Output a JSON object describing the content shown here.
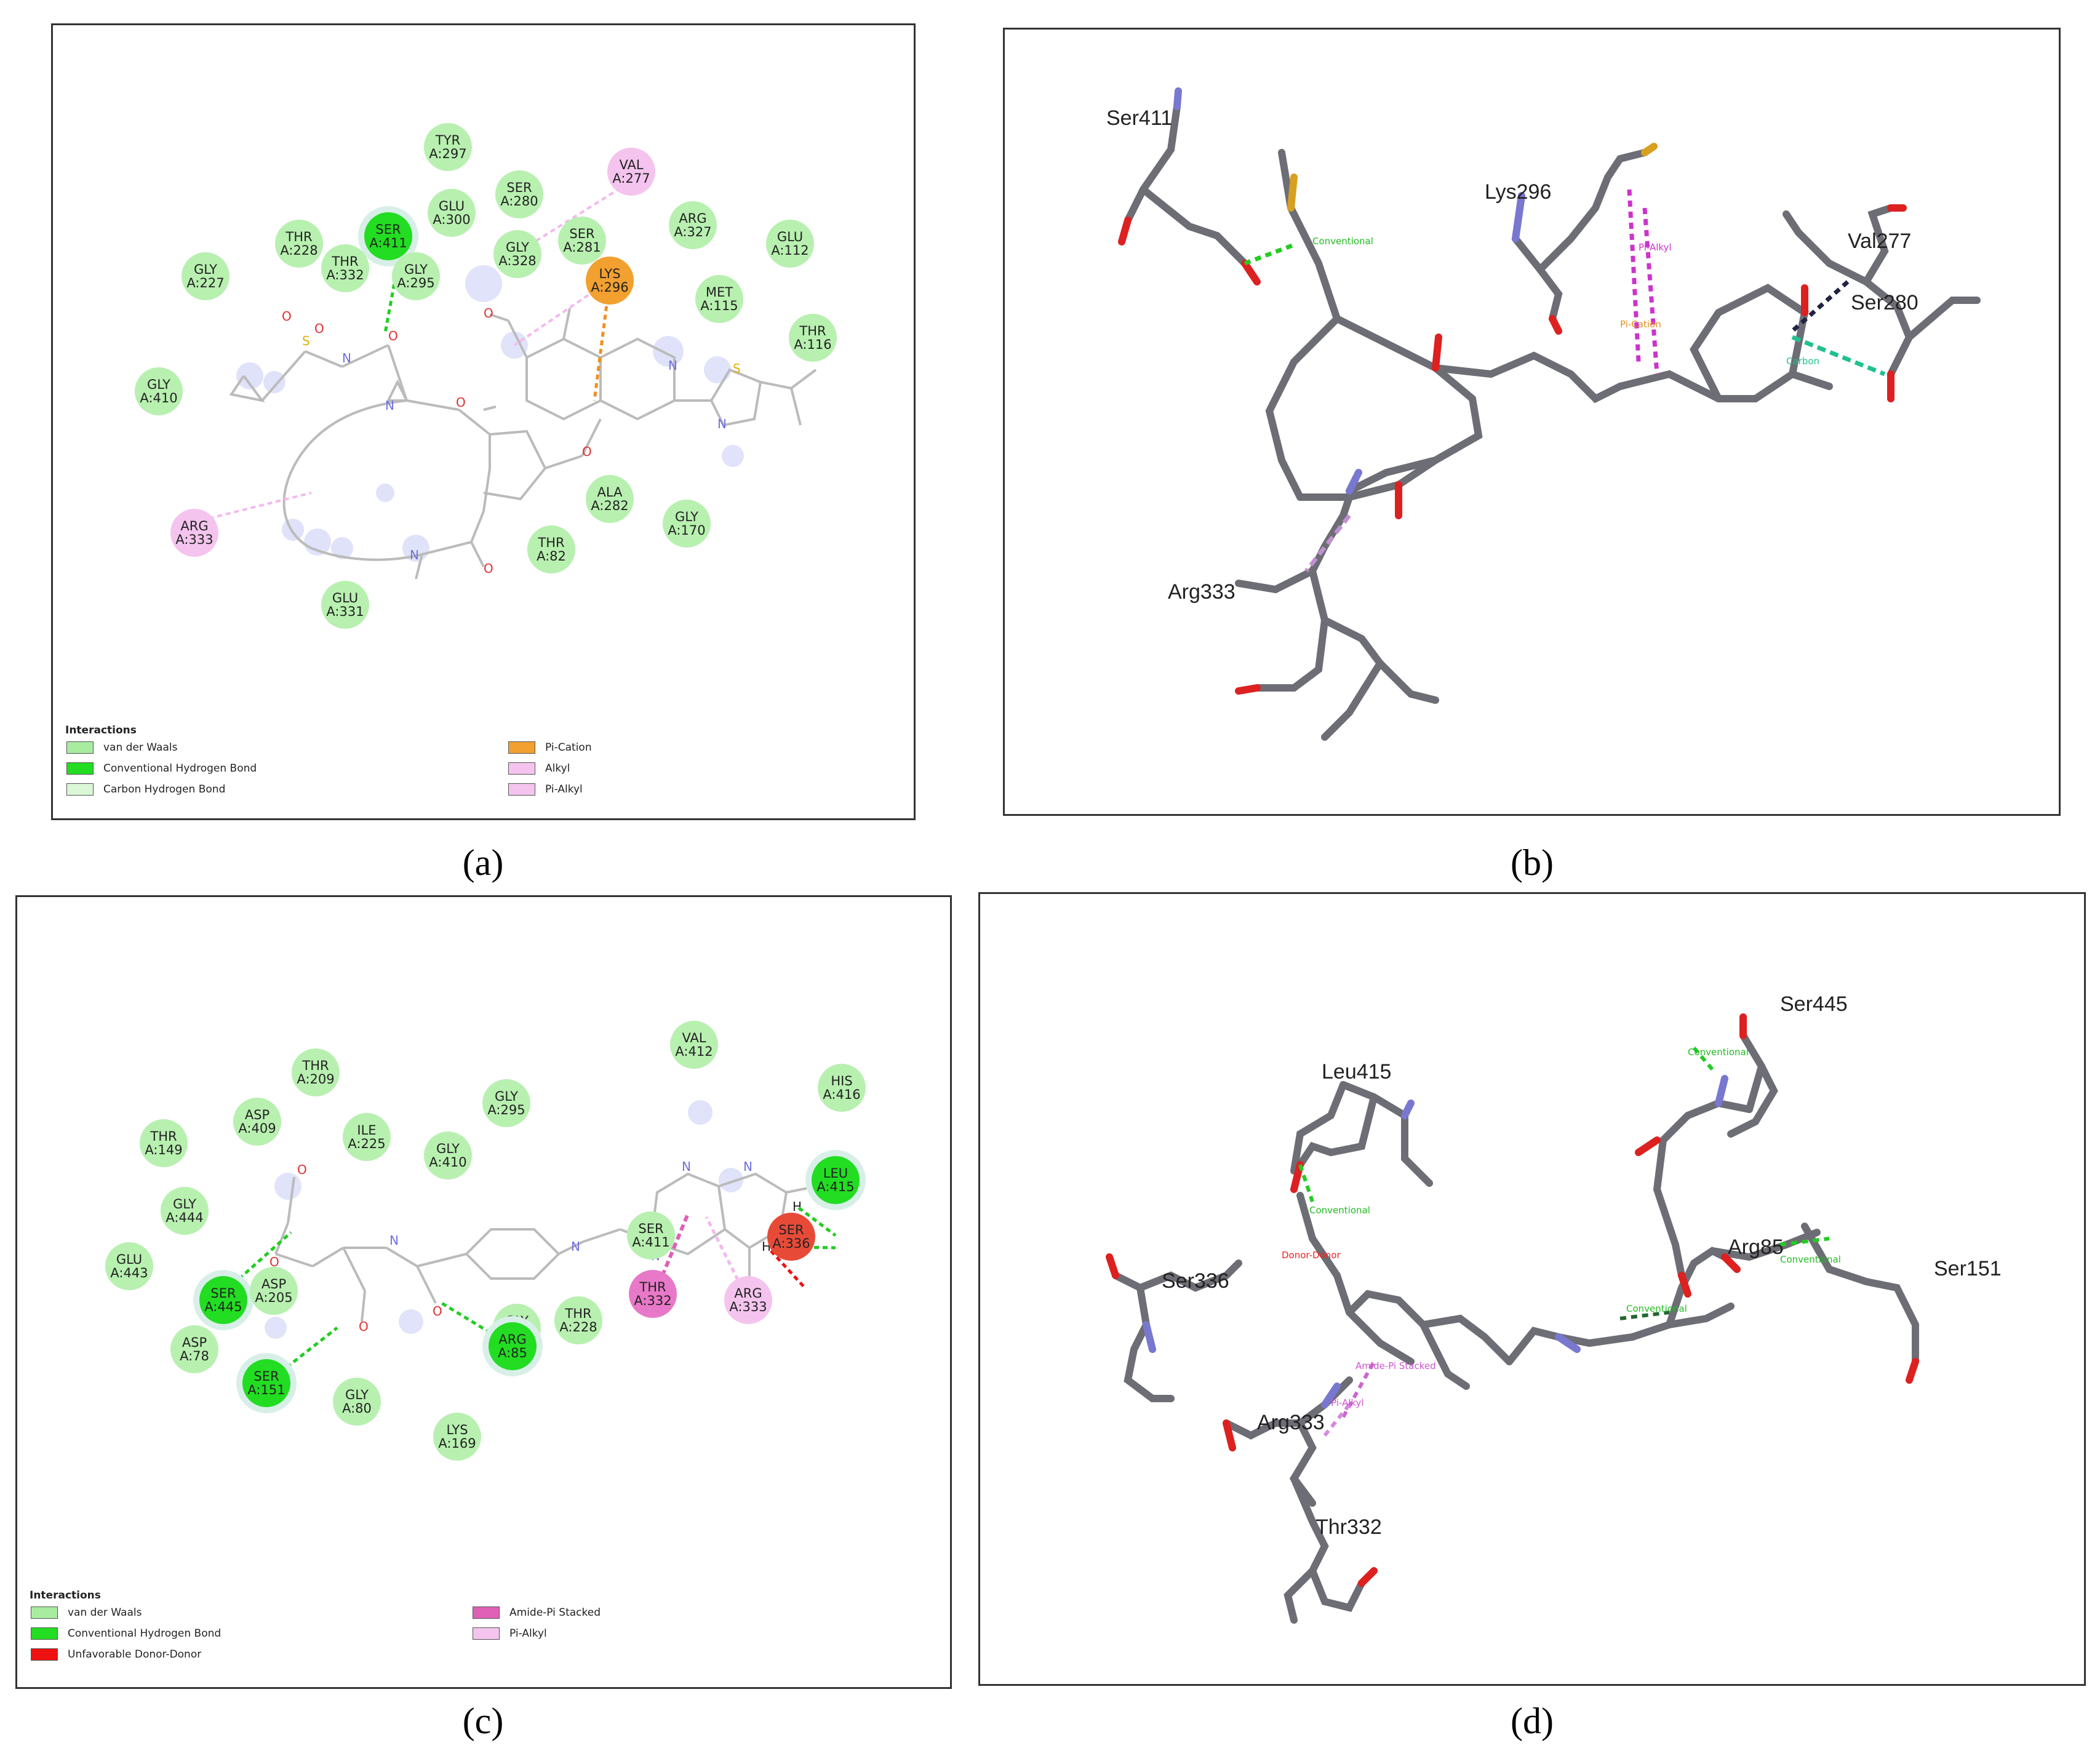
{
  "captions": {
    "a": "(a)",
    "b": "(b)",
    "c": "(c)",
    "d": "(d)"
  },
  "panel_a": {
    "residues": [
      {
        "name": "TYR",
        "id": "A:297",
        "type": "vdw"
      },
      {
        "name": "SER",
        "id": "A:280",
        "type": "vdw"
      },
      {
        "name": "VAL",
        "id": "A:277",
        "type": "alk"
      },
      {
        "name": "GLU",
        "id": "A:300",
        "type": "vdw"
      },
      {
        "name": "SER",
        "id": "A:411",
        "type": "hb"
      },
      {
        "name": "THR",
        "id": "A:228",
        "type": "vdw"
      },
      {
        "name": "THR",
        "id": "A:332",
        "type": "vdw"
      },
      {
        "name": "GLY",
        "id": "A:295",
        "type": "vdw"
      },
      {
        "name": "GLY",
        "id": "A:328",
        "type": "vdw"
      },
      {
        "name": "SER",
        "id": "A:281",
        "type": "vdw"
      },
      {
        "name": "ARG",
        "id": "A:327",
        "type": "vdw"
      },
      {
        "name": "GLU",
        "id": "A:112",
        "type": "vdw"
      },
      {
        "name": "GLY",
        "id": "A:227",
        "type": "vdw"
      },
      {
        "name": "LYS",
        "id": "A:296",
        "type": "cat"
      },
      {
        "name": "MET",
        "id": "A:115",
        "type": "vdw"
      },
      {
        "name": "THR",
        "id": "A:116",
        "type": "vdw"
      },
      {
        "name": "GLY",
        "id": "A:410",
        "type": "vdw"
      },
      {
        "name": "ALA",
        "id": "A:282",
        "type": "vdw"
      },
      {
        "name": "GLY",
        "id": "A:170",
        "type": "vdw"
      },
      {
        "name": "ARG",
        "id": "A:333",
        "type": "alk"
      },
      {
        "name": "THR",
        "id": "A:82",
        "type": "vdw"
      },
      {
        "name": "GLU",
        "id": "A:331",
        "type": "vdw"
      }
    ],
    "legend": {
      "title": "Interactions",
      "items": [
        {
          "label": "van der Waals",
          "color": "#a8eca0"
        },
        {
          "label": "Conventional Hydrogen Bond",
          "color": "#22dd22"
        },
        {
          "label": "Carbon Hydrogen Bond",
          "color": "#daf7d6"
        },
        {
          "label": "Pi-Cation",
          "color": "#f2a030"
        },
        {
          "label": "Alkyl",
          "color": "#f4c4ee"
        },
        {
          "label": "Pi-Alkyl",
          "color": "#f4c4ee"
        }
      ]
    }
  },
  "panel_b": {
    "labels": [
      "Ser411",
      "Lys296",
      "Val277",
      "Ser280",
      "Arg333"
    ],
    "interaction_labels": [
      "Conventional",
      "Pi-Alkyl",
      "Pi-Cation",
      "Carbon"
    ]
  },
  "panel_c": {
    "residues": [
      {
        "name": "VAL",
        "id": "A:412",
        "type": "vdw"
      },
      {
        "name": "THR",
        "id": "A:209",
        "type": "vdw"
      },
      {
        "name": "HIS",
        "id": "A:416",
        "type": "vdw"
      },
      {
        "name": "ASP",
        "id": "A:409",
        "type": "vdw"
      },
      {
        "name": "GLY",
        "id": "A:295",
        "type": "vdw"
      },
      {
        "name": "THR",
        "id": "A:149",
        "type": "vdw"
      },
      {
        "name": "ILE",
        "id": "A:225",
        "type": "vdw"
      },
      {
        "name": "GLY",
        "id": "A:410",
        "type": "vdw"
      },
      {
        "name": "LEU",
        "id": "A:415",
        "type": "hb"
      },
      {
        "name": "GLY",
        "id": "A:444",
        "type": "vdw"
      },
      {
        "name": "SER",
        "id": "A:411",
        "type": "vdw"
      },
      {
        "name": "SER",
        "id": "A:336",
        "type": "unf"
      },
      {
        "name": "GLU",
        "id": "A:443",
        "type": "vdw"
      },
      {
        "name": "SER",
        "id": "A:445",
        "type": "hb"
      },
      {
        "name": "ASP",
        "id": "A:205",
        "type": "vdw"
      },
      {
        "name": "THR",
        "id": "A:332",
        "type": "amide"
      },
      {
        "name": "ARG",
        "id": "A:333",
        "type": "alk"
      },
      {
        "name": "GLY",
        "id": "A:227",
        "type": "vdw"
      },
      {
        "name": "THR",
        "id": "A:228",
        "type": "vdw"
      },
      {
        "name": "ASP",
        "id": "A:78",
        "type": "vdw"
      },
      {
        "name": "ARG",
        "id": "A:85",
        "type": "hb"
      },
      {
        "name": "SER",
        "id": "A:151",
        "type": "hb"
      },
      {
        "name": "GLY",
        "id": "A:80",
        "type": "vdw"
      },
      {
        "name": "LYS",
        "id": "A:169",
        "type": "vdw"
      }
    ],
    "legend": {
      "title": "Interactions",
      "items": [
        {
          "label": "van der Waals",
          "color": "#a8eca0"
        },
        {
          "label": "Conventional Hydrogen Bond",
          "color": "#22dd22"
        },
        {
          "label": "Unfavorable Donor-Donor",
          "color": "#ee1111"
        },
        {
          "label": "Amide-Pi Stacked",
          "color": "#e060b8"
        },
        {
          "label": "Pi-Alkyl",
          "color": "#f4c4ee"
        }
      ]
    }
  },
  "panel_d": {
    "labels": [
      "Ser445",
      "Leu415",
      "Arg85",
      "Ser151",
      "Ser336",
      "Arg333",
      "Thr332"
    ],
    "interaction_labels": [
      "Conventional",
      "Donor-Donor",
      "Amide-Pi Stacked",
      "Pi-Alkyl",
      "Conventional",
      "Conventional",
      "Conventional"
    ]
  }
}
